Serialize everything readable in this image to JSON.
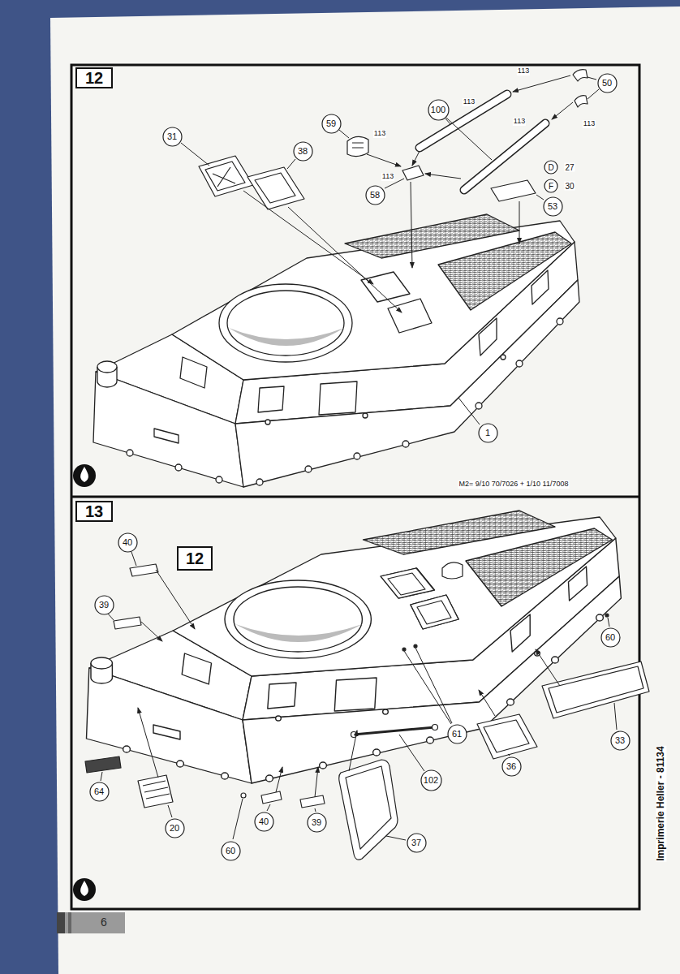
{
  "diagram": {
    "nodes": [
      {
        "text": [
          "12"
        ]
      },
      {
        "text": [
          "31"
        ]
      },
      {
        "text": [
          "38"
        ]
      },
      {
        "text": [
          "59"
        ]
      },
      {
        "text": [
          "58"
        ]
      },
      {
        "text": [
          "100"
        ]
      },
      {
        "text": [
          "50"
        ]
      },
      {
        "text": [
          "53"
        ]
      },
      {
        "text": [
          "D"
        ]
      },
      {
        "text": [
          "F"
        ]
      },
      {
        "text": [
          "1"
        ]
      },
      {
        "text": [
          "13"
        ]
      },
      {
        "text": [
          "40"
        ]
      },
      {
        "text": [
          "12"
        ]
      },
      {
        "text": [
          "39"
        ]
      },
      {
        "text": [
          "64"
        ]
      },
      {
        "text": [
          "20"
        ]
      },
      {
        "text": [
          "60"
        ]
      },
      {
        "text": [
          "40"
        ]
      },
      {
        "text": [
          "39"
        ]
      },
      {
        "text": [
          "102"
        ]
      },
      {
        "text": [
          "37"
        ]
      },
      {
        "text": [
          "36"
        ]
      },
      {
        "text": [
          "61"
        ]
      },
      {
        "text": [
          "33"
        ]
      },
      {
        "text": [
          "60"
        ]
      }
    ],
    "labels": [
      "113",
      "113",
      "113",
      "113",
      "113",
      "113",
      "27",
      "30",
      "M2= 9/10 70/7026 + 1/10 11/7008",
      "6",
      "Imprimerie Heller - 81134"
    ]
  }
}
